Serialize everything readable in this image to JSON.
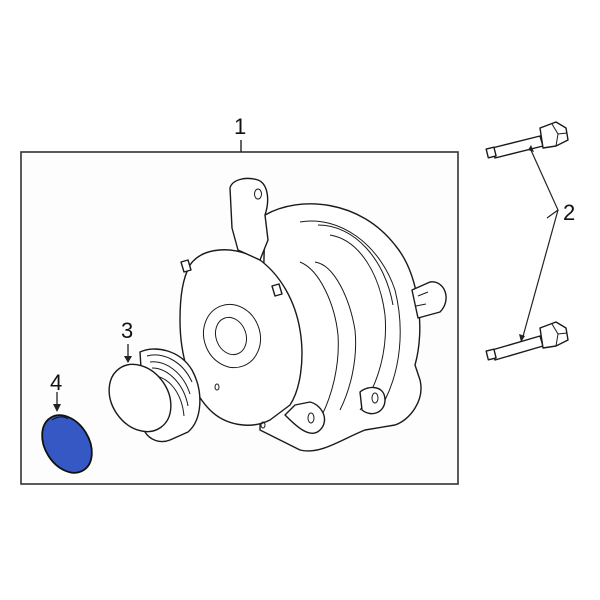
{
  "diagram": {
    "type": "exploded-parts-diagram",
    "subject": "alternator assembly",
    "highlight_color": "#3558c4",
    "frame_color": "#333333",
    "callouts": [
      {
        "id": "1",
        "label": "1",
        "part": "alternator"
      },
      {
        "id": "2",
        "label": "2",
        "part": "mounting-bolts",
        "count": 2
      },
      {
        "id": "3",
        "label": "3",
        "part": "pulley"
      },
      {
        "id": "4",
        "label": "4",
        "part": "pulley-cap",
        "highlighted": true
      }
    ]
  }
}
